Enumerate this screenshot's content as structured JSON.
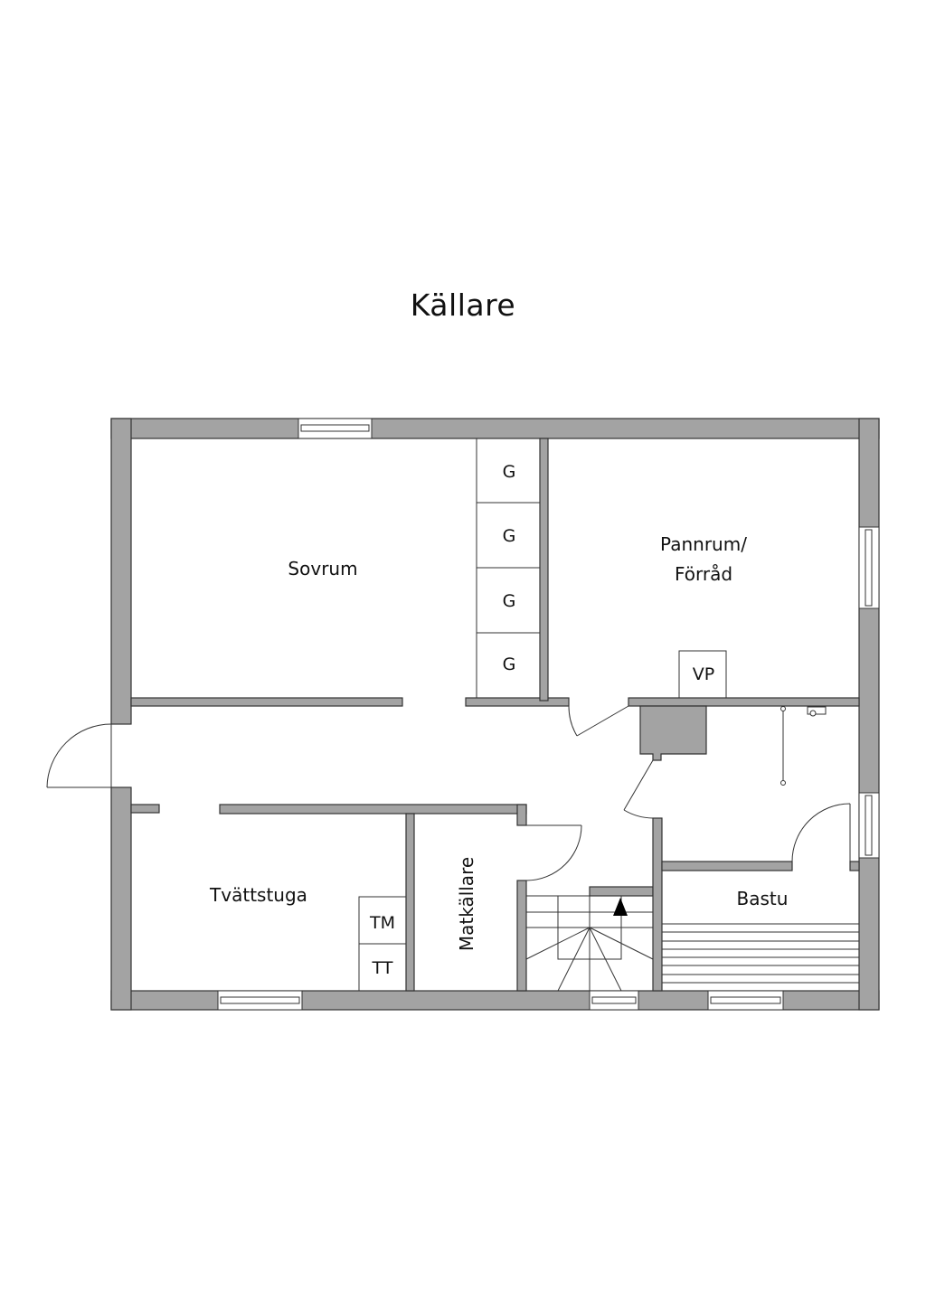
{
  "title": "Källare",
  "colors": {
    "wall": "#a3a3a3",
    "line": "#333333",
    "background": "#ffffff"
  },
  "rooms": {
    "sovrum": "Sovrum",
    "pannrum_line1": "Pannrum/",
    "pannrum_line2": "Förråd",
    "tvattstuga": "Tvättstuga",
    "matkallare": "Matkällare",
    "bastu": "Bastu"
  },
  "fixtures": {
    "wardrobes": [
      "G",
      "G",
      "G",
      "G"
    ],
    "heat_pump": "VP",
    "washing_machine": "TM",
    "tumble_dryer": "TT"
  }
}
